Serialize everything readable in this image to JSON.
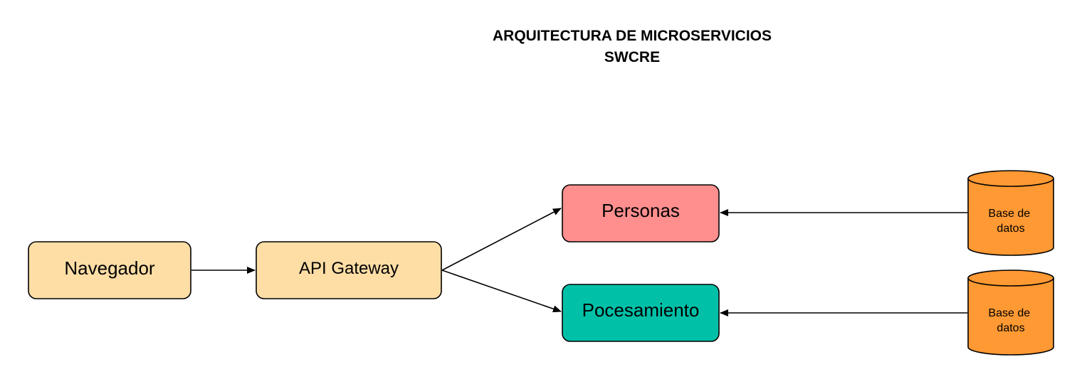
{
  "diagram": {
    "title_line1": "ARQUITECTURA DE MICROSERVICIOS",
    "title_line2": "SWCRE",
    "nodes": {
      "navegador": {
        "label": "Navegador",
        "color": "#FFDEA6"
      },
      "gateway": {
        "label": "API Gateway",
        "color": "#FFDEA6"
      },
      "personas": {
        "label": "Personas",
        "color": "#FF8F8F"
      },
      "procesamiento": {
        "label": "Pocesamiento",
        "color": "#00C1A8"
      },
      "db_personas": {
        "label_line1": "Base de",
        "label_line2": "datos",
        "color": "#FF9933"
      },
      "db_procesamiento": {
        "label_line1": "Base de",
        "label_line2": "datos",
        "color": "#FF9933"
      }
    },
    "edges": [
      {
        "from": "navegador",
        "to": "gateway"
      },
      {
        "from": "gateway",
        "to": "personas"
      },
      {
        "from": "gateway",
        "to": "procesamiento"
      },
      {
        "from": "db_personas",
        "to": "personas"
      },
      {
        "from": "db_procesamiento",
        "to": "procesamiento"
      }
    ]
  }
}
